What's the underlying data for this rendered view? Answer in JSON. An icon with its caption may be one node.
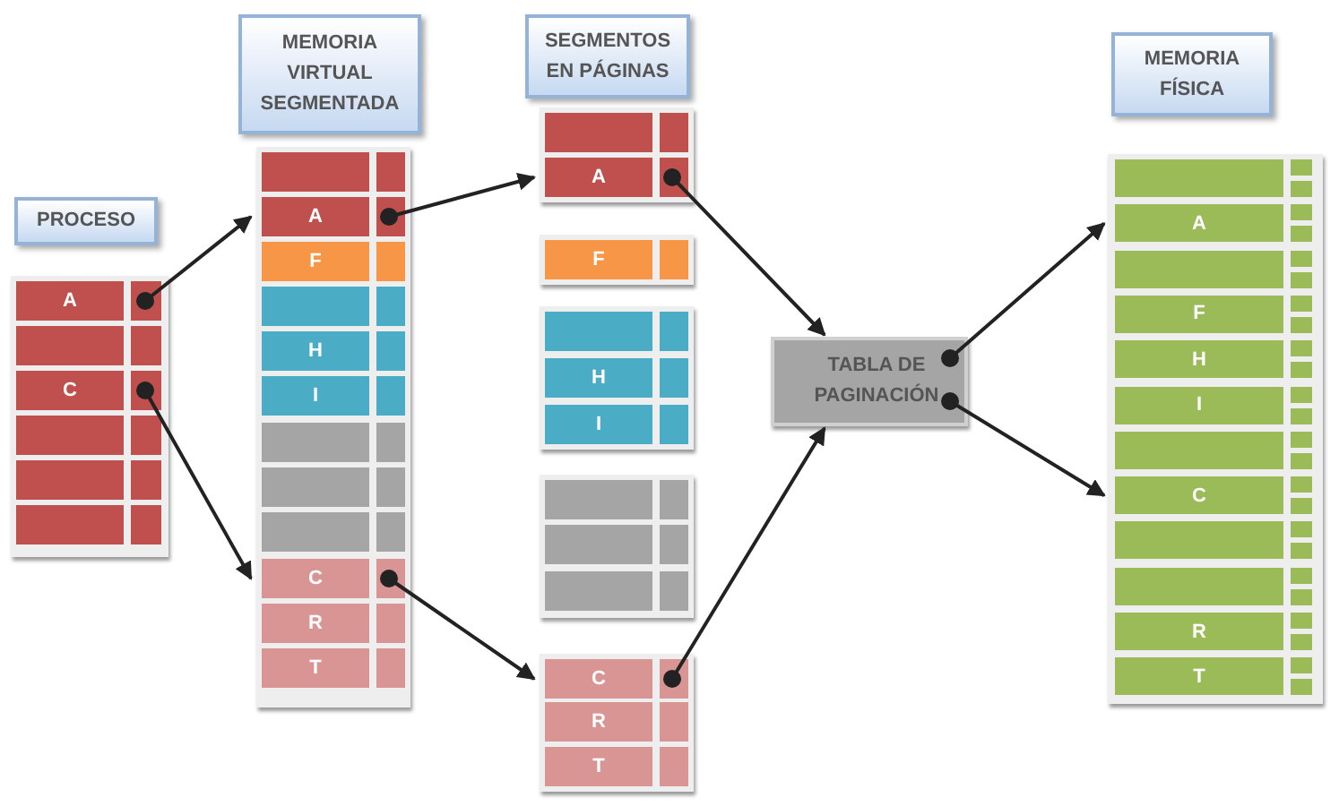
{
  "diagram": {
    "nodes": [
      {
        "text": [
          "PROCESO"
        ]
      },
      {
        "text": [
          "A"
        ]
      },
      {
        "text": [],
        "shape": "bar"
      },
      {
        "text": [
          "C"
        ]
      },
      {
        "text": [],
        "shape": "bar"
      },
      {
        "text": [],
        "shape": "bar"
      },
      {
        "text": [],
        "shape": "bar"
      },
      {
        "text": [
          "MEMORIA VIRTUAL SEGMENTADA"
        ]
      },
      {
        "text": [],
        "shape": "bar"
      },
      {
        "text": [
          "A"
        ]
      },
      {
        "text": [
          "F"
        ]
      },
      {
        "text": [],
        "shape": "bar"
      },
      {
        "text": [
          "H"
        ]
      },
      {
        "text": [
          "I"
        ]
      },
      {
        "text": [],
        "shape": "bar"
      },
      {
        "text": [],
        "shape": "bar"
      },
      {
        "text": [],
        "shape": "bar"
      },
      {
        "text": [
          "C"
        ]
      },
      {
        "text": [
          "R"
        ]
      },
      {
        "text": [
          "T"
        ]
      },
      {
        "text": [
          "SEGMENTOS EN PÁGINAS"
        ]
      },
      {
        "text": [],
        "shape": "bar"
      },
      {
        "text": [
          "A"
        ]
      },
      {
        "text": [
          "F"
        ]
      },
      {
        "text": [],
        "shape": "bar"
      },
      {
        "text": [
          "H"
        ]
      },
      {
        "text": [
          "I"
        ]
      },
      {
        "text": [],
        "shape": "bar"
      },
      {
        "text": [],
        "shape": "bar"
      },
      {
        "text": [],
        "shape": "bar"
      },
      {
        "text": [
          "C"
        ]
      },
      {
        "text": [
          "R"
        ]
      },
      {
        "text": [
          "T"
        ]
      },
      {
        "text": [
          "TABLA DE PAGINACIÓN"
        ]
      },
      {
        "text": [
          "MEMORIA FÍSICA"
        ]
      },
      {
        "text": [],
        "shape": "bar"
      },
      {
        "text": [
          "A"
        ]
      },
      {
        "text": [],
        "shape": "bar"
      },
      {
        "text": [
          "F"
        ]
      },
      {
        "text": [
          "H"
        ]
      },
      {
        "text": [
          "I"
        ]
      },
      {
        "text": [],
        "shape": "bar"
      },
      {
        "text": [
          "C"
        ]
      },
      {
        "text": [],
        "shape": "bar"
      },
      {
        "text": [],
        "shape": "bar"
      },
      {
        "text": [
          "R"
        ]
      },
      {
        "text": [
          "T"
        ]
      }
    ],
    "edges": [
      {
        "from": 1,
        "to": 9,
        "arrow": "to"
      },
      {
        "from": 3,
        "to": 17,
        "arrow": "to"
      },
      {
        "from": 9,
        "to": 22,
        "arrow": "to"
      },
      {
        "from": 17,
        "to": 30,
        "arrow": "to"
      },
      {
        "from": 22,
        "to": 33,
        "arrow": "to"
      },
      {
        "from": 30,
        "to": 33,
        "arrow": "to"
      },
      {
        "from": 33,
        "to": 36,
        "arrow": "to"
      },
      {
        "from": 33,
        "to": 42,
        "arrow": "to"
      }
    ]
  }
}
